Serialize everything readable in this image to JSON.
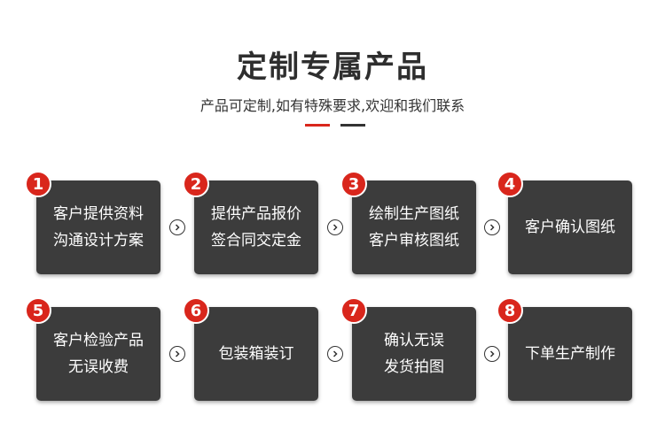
{
  "header": {
    "title": "定制专属产品",
    "subtitle": "产品可定制,如有特殊要求,欢迎和我们联系"
  },
  "colors": {
    "accent": "#d9261c",
    "card": "#3c3c3c",
    "dark": "#333333"
  },
  "steps": [
    {
      "number": "1",
      "lines": [
        "客户提供资料",
        "沟通设计方案"
      ]
    },
    {
      "number": "2",
      "lines": [
        "提供产品报价",
        "签合同交定金"
      ]
    },
    {
      "number": "3",
      "lines": [
        "绘制生产图纸",
        "客户审核图纸"
      ]
    },
    {
      "number": "4",
      "lines": [
        "客户确认图纸"
      ]
    },
    {
      "number": "5",
      "lines": [
        "客户检验产品",
        "无误收费"
      ]
    },
    {
      "number": "6",
      "lines": [
        "包装箱装订"
      ]
    },
    {
      "number": "7",
      "lines": [
        "确认无误",
        "发货拍图"
      ]
    },
    {
      "number": "8",
      "lines": [
        "下单生产制作"
      ]
    }
  ],
  "icons": {
    "step_arrow": "chevron-right-circle-icon"
  }
}
